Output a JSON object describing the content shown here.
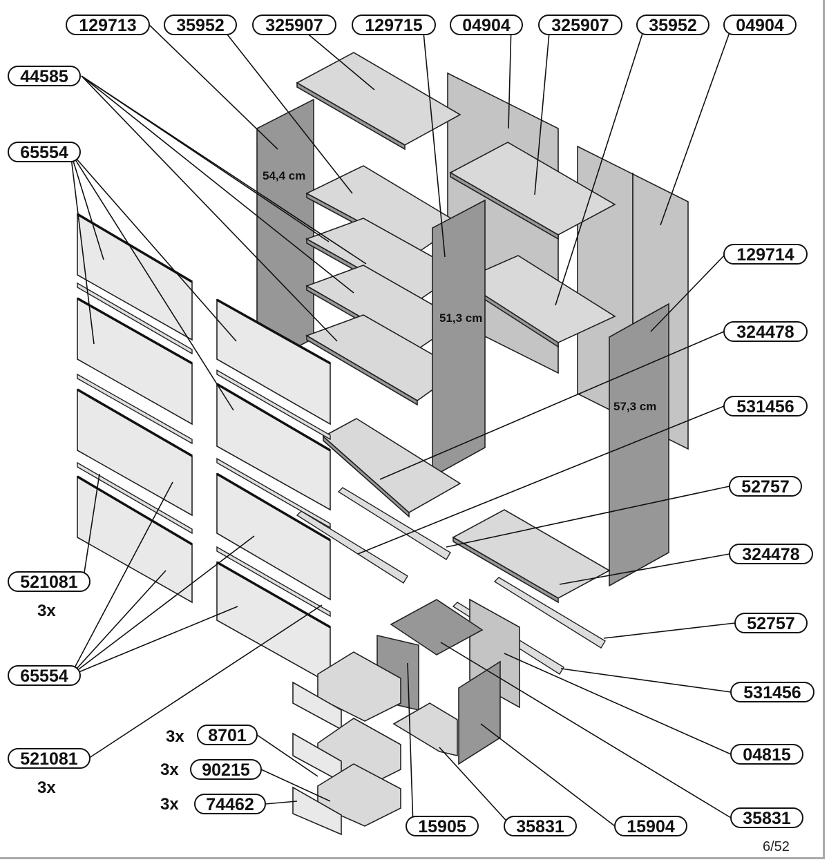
{
  "labels": [
    {
      "id": "l01",
      "text": "129713"
    },
    {
      "id": "l02",
      "text": "35952"
    },
    {
      "id": "l03",
      "text": "325907"
    },
    {
      "id": "l04",
      "text": "129715"
    },
    {
      "id": "l05",
      "text": "04904"
    },
    {
      "id": "l06",
      "text": "325907"
    },
    {
      "id": "l07",
      "text": "35952"
    },
    {
      "id": "l08",
      "text": "04904"
    },
    {
      "id": "l09",
      "text": "44585"
    },
    {
      "id": "l10",
      "text": "65554"
    },
    {
      "id": "l11",
      "text": "129714"
    },
    {
      "id": "l12",
      "text": "324478"
    },
    {
      "id": "l13",
      "text": "531456"
    },
    {
      "id": "l14",
      "text": "52757"
    },
    {
      "id": "l15",
      "text": "324478"
    },
    {
      "id": "l16",
      "text": "52757"
    },
    {
      "id": "l17",
      "text": "531456"
    },
    {
      "id": "l18",
      "text": "04815"
    },
    {
      "id": "l19",
      "text": "35831"
    },
    {
      "id": "l20",
      "text": "15904"
    },
    {
      "id": "l21",
      "text": "35831"
    },
    {
      "id": "l22",
      "text": "15905"
    },
    {
      "id": "l23",
      "text": "521081"
    },
    {
      "id": "l24",
      "text": "65554"
    },
    {
      "id": "l25",
      "text": "521081"
    },
    {
      "id": "l26",
      "text": "8701"
    },
    {
      "id": "l27",
      "text": "90215"
    },
    {
      "id": "l28",
      "text": "74462"
    }
  ],
  "quantities": {
    "q1": "3x",
    "q2": "3x",
    "q3": "3x",
    "q4": "3x",
    "q5": "3x"
  },
  "dimensions": {
    "d1": "54,4 cm",
    "d2": "51,3 cm",
    "d3": "57,3 cm"
  },
  "page_number": "6/52"
}
